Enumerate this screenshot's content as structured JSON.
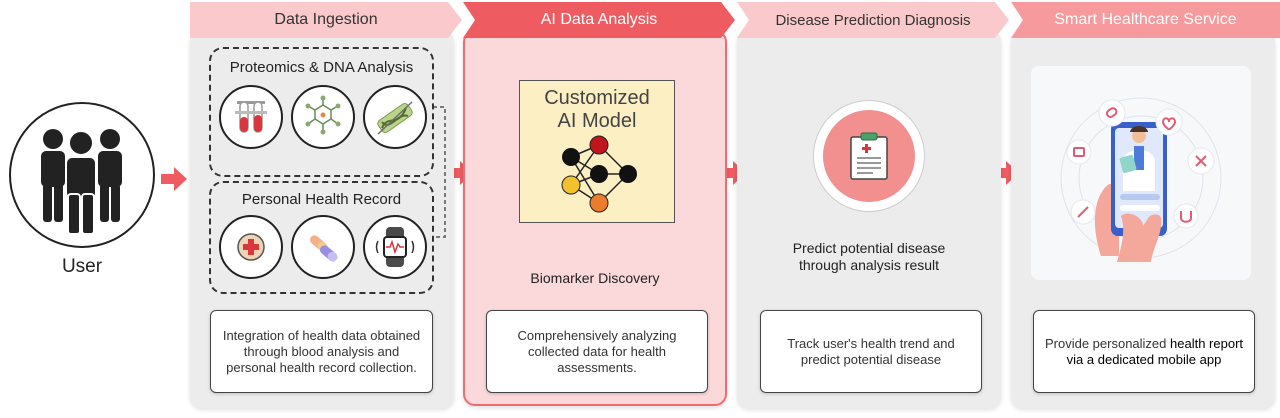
{
  "user": {
    "label": "User"
  },
  "columns": [
    {
      "header": "Data Ingestion",
      "groups": [
        {
          "title": "Proteomics & DNA Analysis",
          "icons": [
            "test-tubes-icon",
            "molecule-icon",
            "dna-strand-icon"
          ]
        },
        {
          "title": "Personal Health Record",
          "icons": [
            "medical-cross-icon",
            "pills-icon",
            "smartwatch-icon"
          ]
        }
      ],
      "description": "Integration of health data obtained through blood analysis and personal health record collection."
    },
    {
      "header": "AI Data Analysis",
      "model_title_line1": "Customized",
      "model_title_line2": "AI Model",
      "caption": "Biomarker Discovery",
      "description": "Comprehensively analyzing collected data for health assessments."
    },
    {
      "header": "Disease Prediction Diagnosis",
      "caption_line1": "Predict potential disease",
      "caption_line2": "through analysis result",
      "icon": "clipboard-report-icon",
      "description": "Track user's health trend and predict potential disease"
    },
    {
      "header": "Smart Healthcare Service",
      "icon": "doctor-phone-illustration",
      "description_plain": "Provide personalized ",
      "description_bold": "health report via a dedicated mobile app"
    }
  ],
  "colors": {
    "accent": "#ee5c61",
    "header_light": "#f9c9cb",
    "header_strong": "#ee5c61",
    "panel": "#ececec",
    "highlight_panel": "#fbd9da",
    "model_box": "#fcefc4"
  }
}
